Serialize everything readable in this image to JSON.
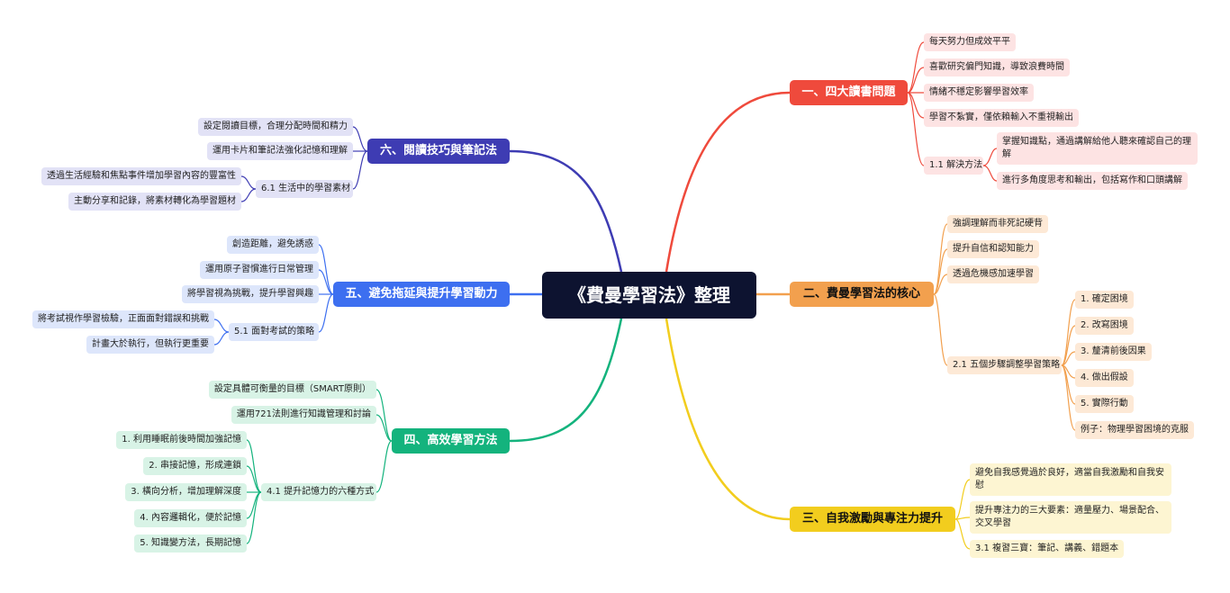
{
  "central": "《費曼學習法》整理",
  "colors": {
    "b1": "#ef4a3c",
    "b2": "#f2a04e",
    "b3": "#f2cd1e",
    "b4": "#14b37d",
    "b5": "#3d6ff0",
    "b6": "#3e3cb3"
  },
  "branches": {
    "b1": {
      "title": "一、四大讀書問題",
      "items": [
        "每天努力但成效平平",
        "喜歡研究偏門知識，導致浪費時間",
        "情緒不穩定影響學習效率",
        "學習不紮實，僅依賴輸入不重視輸出"
      ],
      "sub": {
        "title": "1.1 解決方法",
        "items": [
          "掌握知識點，通過講解給他人聽來確認自己的理解",
          "進行多角度思考和輸出，包括寫作和口頭講解"
        ]
      }
    },
    "b2": {
      "title": "二、費曼學習法的核心",
      "items": [
        "強調理解而非死記硬背",
        "提升自信和認知能力",
        "透過危機感加速學習"
      ],
      "sub": {
        "title": "2.1 五個步驟調整學習策略",
        "items": [
          "1. 確定困境",
          "2. 改寫困境",
          "3. 釐清前後因果",
          "4. 做出假設",
          "5. 實際行動",
          "例子：物理學習困境的克服"
        ]
      }
    },
    "b3": {
      "title": "三、自我激勵與專注力提升",
      "items": [
        "避免自我感覺過於良好，適當自我激勵和自我安慰",
        "提升專注力的三大要素：適量壓力、場景配合、交叉學習",
        "3.1 複習三寶：筆記、講義、錯題本"
      ]
    },
    "b4": {
      "title": "四、高效學習方法",
      "items": [
        "設定具體可衡量的目標（SMART原則）",
        "運用721法則進行知識管理和討論"
      ],
      "sub": {
        "title": "4.1 提升記憶力的六種方式",
        "items": [
          "1. 利用睡眠前後時間加強記憶",
          "2. 串接記憶，形成連鎖",
          "3. 橫向分析，增加理解深度",
          "4. 內容邏輯化，便於記憶",
          "5. 知識變方法，長期記憶"
        ]
      }
    },
    "b5": {
      "title": "五、避免拖延與提升學習動力",
      "items": [
        "創造距離，避免誘惑",
        "運用原子習慣進行日常管理",
        "將學習視為挑戰，提升學習興趣"
      ],
      "sub": {
        "title": "5.1 面對考試的策略",
        "items": [
          "將考試視作學習檢驗，正面面對錯誤和挑戰",
          "計畫大於執行，但執行更重要"
        ]
      }
    },
    "b6": {
      "title": "六、閱讀技巧與筆記法",
      "items": [
        "設定閱讀目標，合理分配時間和精力",
        "運用卡片和筆記法強化記憶和理解"
      ],
      "sub": {
        "title": "6.1 生活中的學習素材",
        "items": [
          "透過生活經驗和焦點事件增加學習內容的豐富性",
          "主動分享和記錄，將素材轉化為學習題材"
        ]
      }
    }
  }
}
